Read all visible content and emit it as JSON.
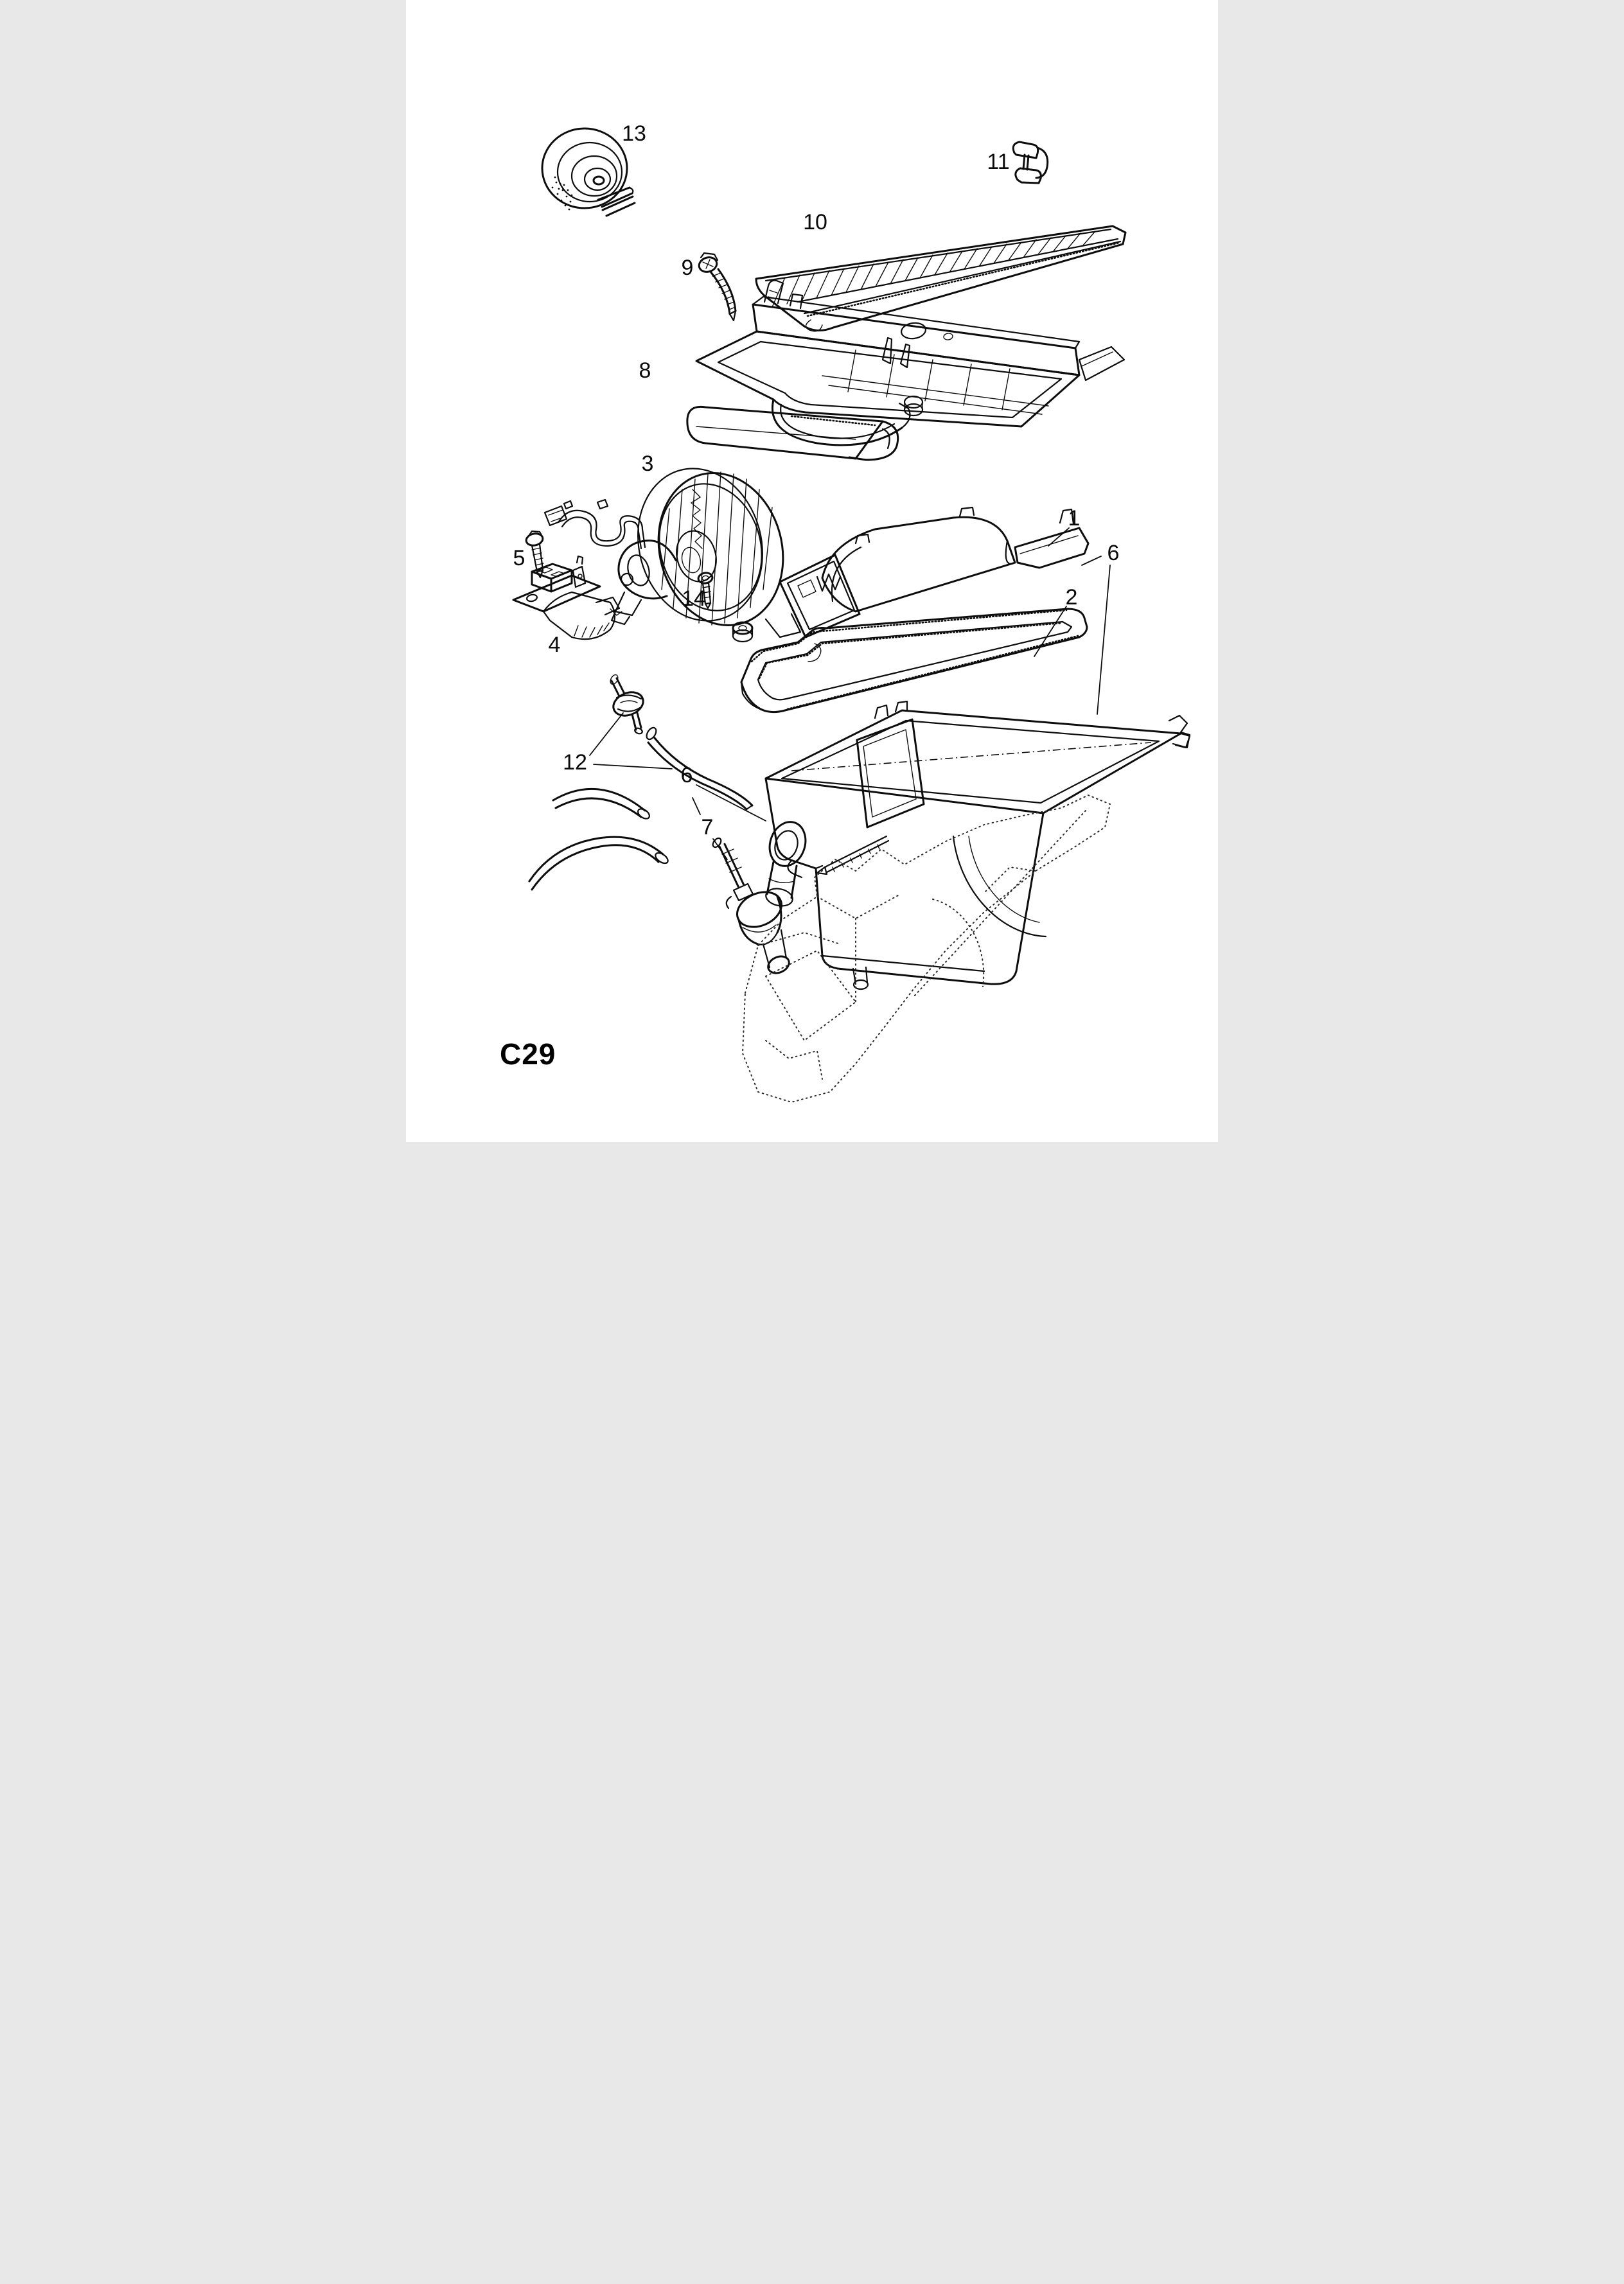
{
  "page": {
    "code": "C29",
    "background": "#ffffff",
    "ink": "#0d0d0d"
  },
  "callouts": {
    "c1": "1",
    "c2": "2",
    "c3": "3",
    "c4": "4",
    "c5": "5",
    "c6_right": "6",
    "c6_left": "6",
    "c7": "7",
    "c8": "8",
    "c9": "9",
    "c10": "10",
    "c11": "11",
    "c12": "12",
    "c13": "13",
    "c14": "14"
  }
}
